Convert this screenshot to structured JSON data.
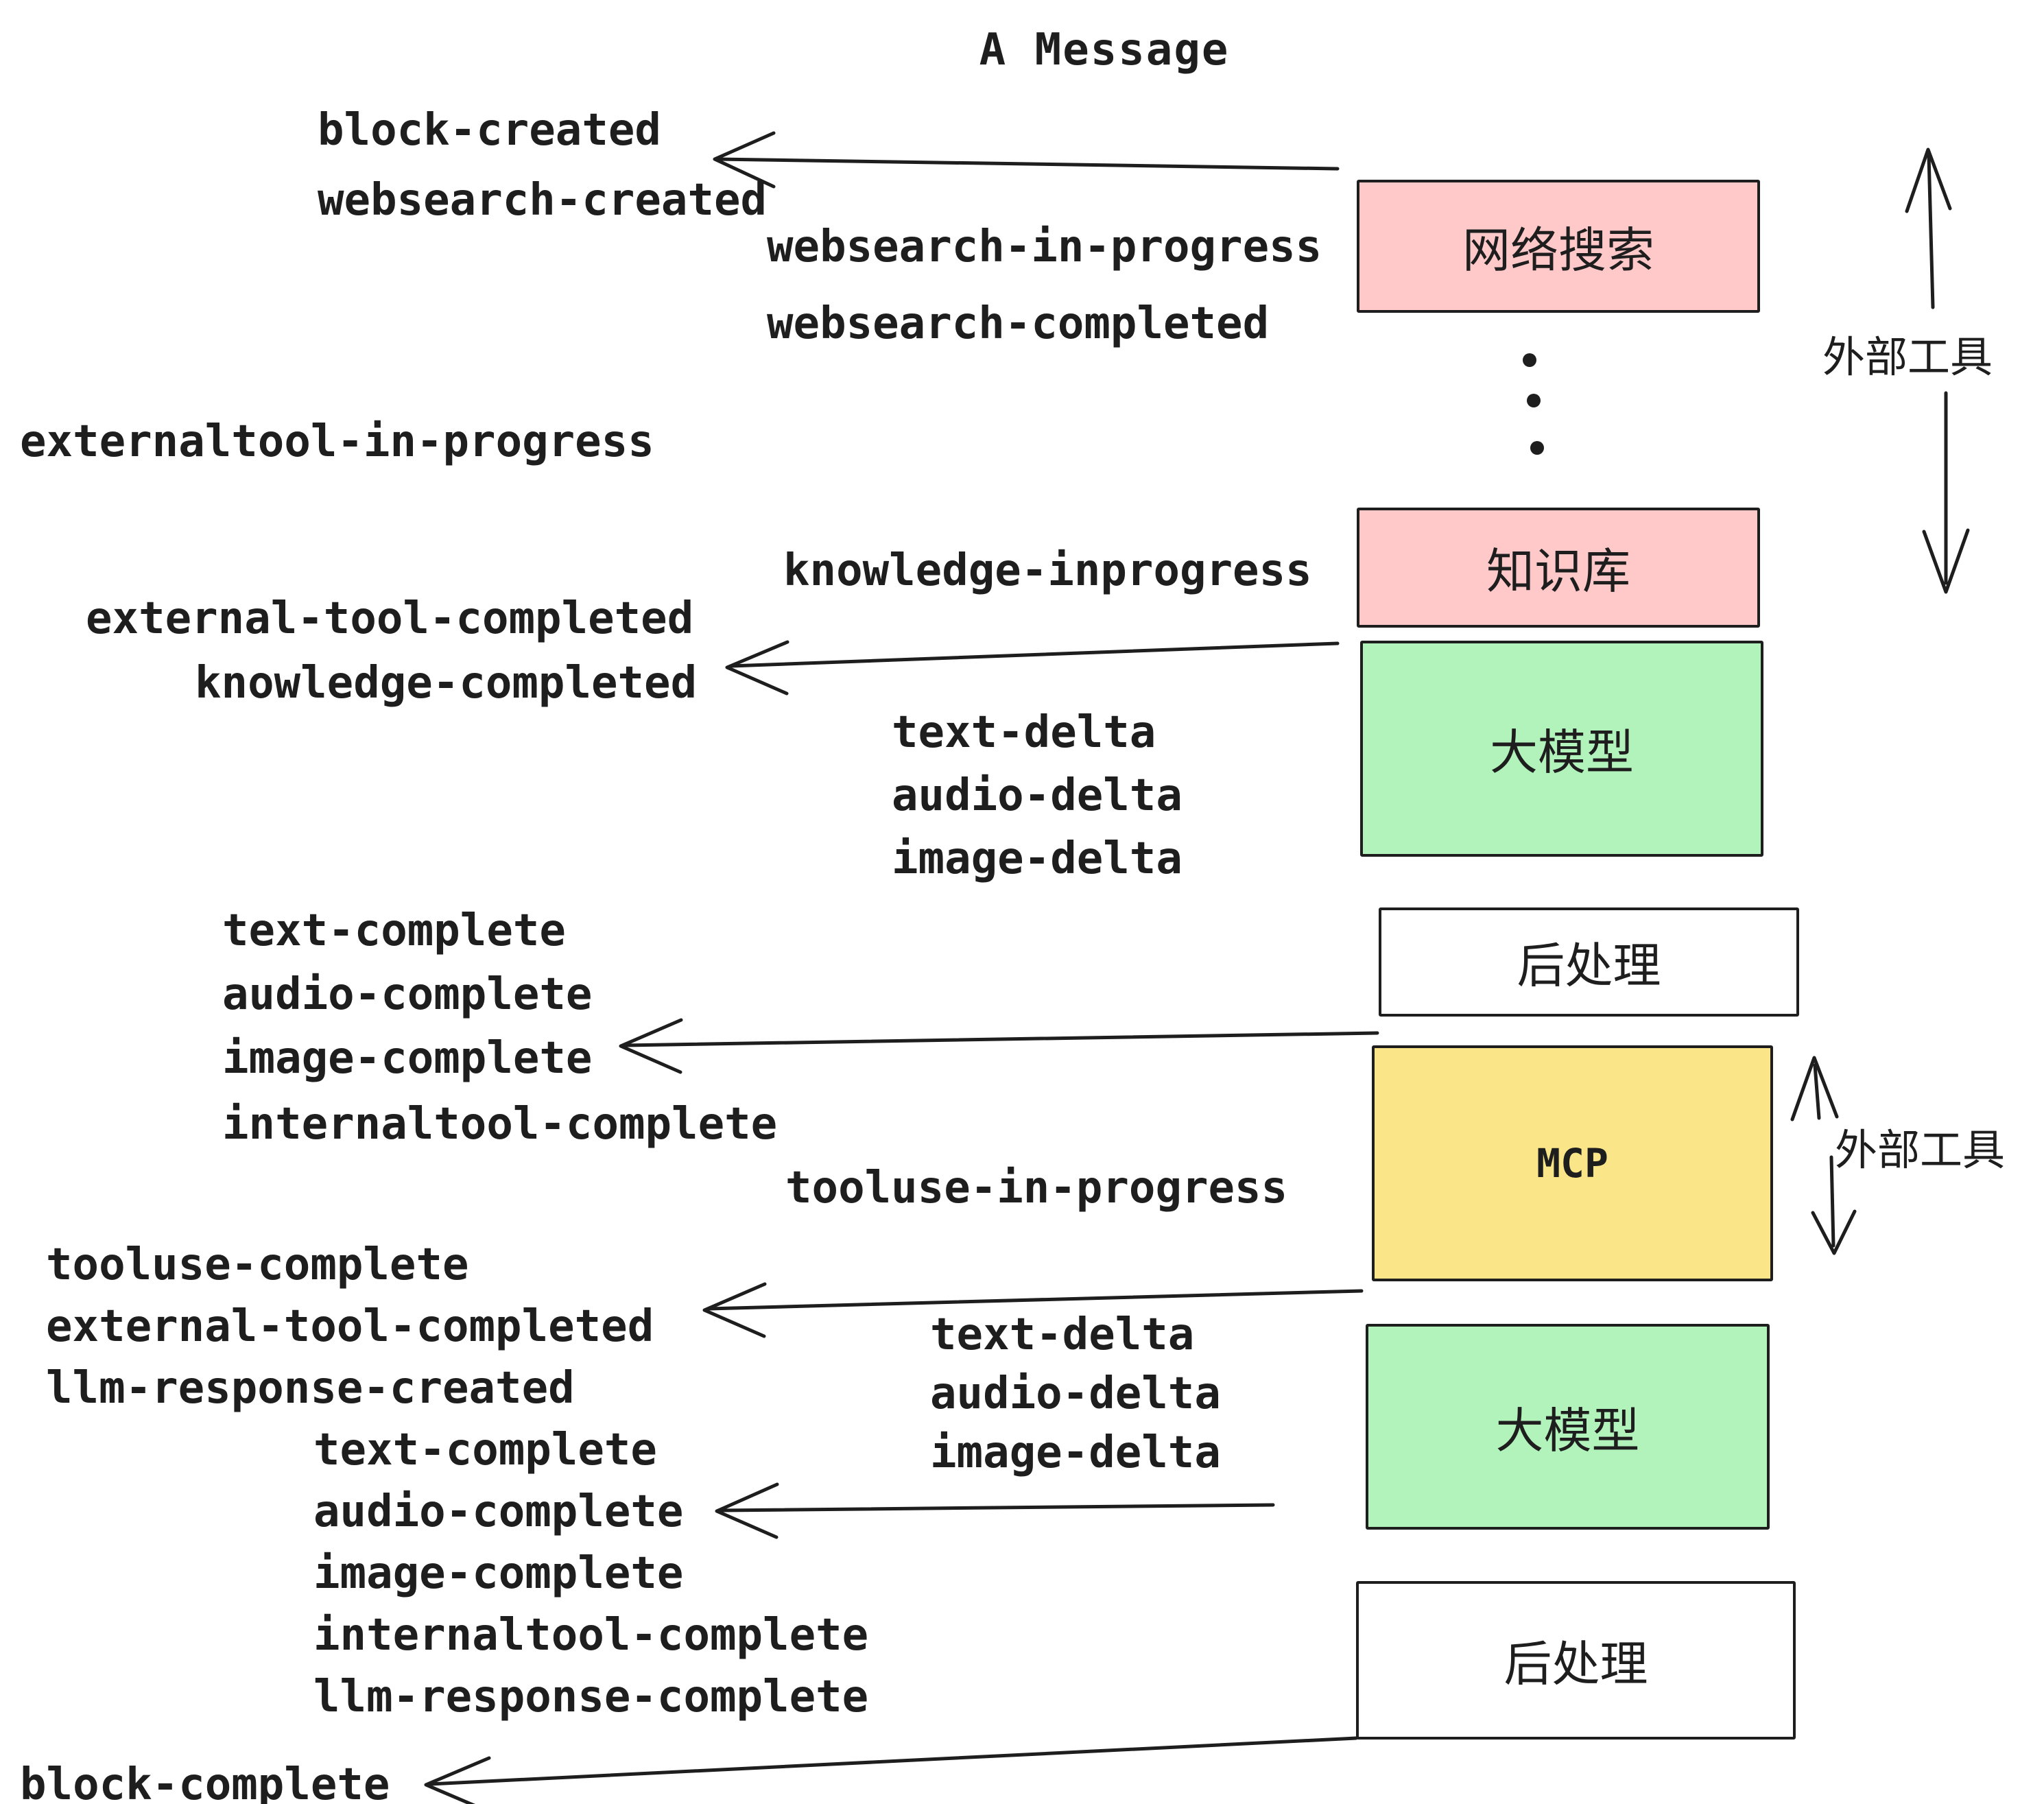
{
  "title": "A Message",
  "colors": {
    "ink": "#1e1e1e",
    "pink": "#ffc9c9",
    "green": "#b2f2bb",
    "yellow": "#fae588",
    "white": "#ffffff"
  },
  "events": [
    "block-created",
    "websearch-created",
    "websearch-in-progress",
    "websearch-completed",
    "externaltool-in-progress",
    "knowledge-inprogress",
    "external-tool-completed",
    "knowledge-completed",
    "text-delta",
    "audio-delta",
    "image-delta",
    "text-complete",
    "audio-complete",
    "image-complete",
    "internaltool-complete",
    "tooluse-in-progress",
    "tooluse-complete",
    "external-tool-completed",
    "llm-response-created",
    "text-delta",
    "audio-delta",
    "image-delta",
    "text-complete",
    "audio-complete",
    "image-complete",
    "internaltool-complete",
    "llm-response-complete",
    "block-complete"
  ],
  "boxes": [
    {
      "id": "websearch",
      "label": "网络搜索",
      "color": "pink"
    },
    {
      "id": "knowledge",
      "label": "知识库",
      "color": "pink"
    },
    {
      "id": "llm-1",
      "label": "大模型",
      "color": "green"
    },
    {
      "id": "post-1",
      "label": "后处理",
      "color": "white"
    },
    {
      "id": "mcp",
      "label": "MCP",
      "color": "yellow"
    },
    {
      "id": "llm-2",
      "label": "大模型",
      "color": "green"
    },
    {
      "id": "post-2",
      "label": "后处理",
      "color": "white"
    }
  ],
  "side_labels": [
    "外部工具",
    "外部工具"
  ]
}
